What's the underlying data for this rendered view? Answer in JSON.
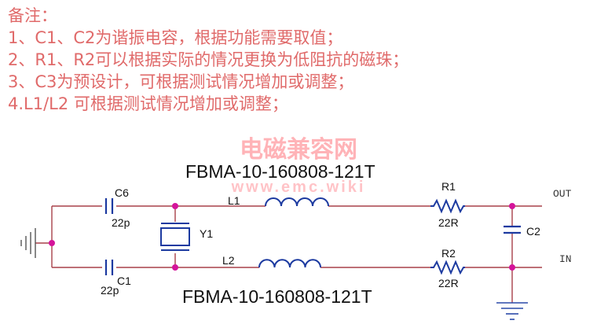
{
  "notes": {
    "title": "备注：",
    "items": [
      "1、C1、C2为谐振电容，根据功能需要取值；",
      "2、R1、R2可以根据实际的情况更换为低阻抗的磁珠；",
      "3、C3为预设计，可根据测试情况增加或调整；",
      "4.L1/L2 可根据测试情况增加或调整；"
    ]
  },
  "watermark": {
    "text1": "电磁兼容网",
    "text2": "www.emc.wiki"
  },
  "schematic": {
    "part_top": "FBMA-10-160808-121T",
    "part_bottom": "FBMA-10-160808-121T",
    "c6_label": "C6",
    "c6_value": "22p",
    "c1_label": "C1",
    "c1_value": "22p",
    "y1_label": "Y1",
    "l1_label": "L1",
    "l2_label": "L2",
    "r1_label": "R1",
    "r1_value": "22R",
    "r2_label": "R2",
    "r2_value": "22R",
    "c2_label": "C2",
    "out_label": "OUT",
    "in_label": "IN"
  },
  "colors": {
    "wire": "#a8404a",
    "component": "#1c3aa0",
    "junction": "#d4149a",
    "ground_left": "#555555",
    "ground_right": "#2a4aa8",
    "note_text": "#e06a6a",
    "watermark": "#ff9aa0"
  }
}
